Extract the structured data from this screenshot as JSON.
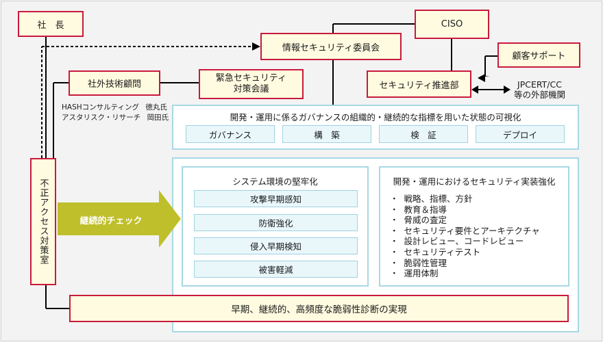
{
  "boxes": {
    "president": "社　長",
    "ciso": "CISO",
    "infosec_committee": "情報セキュリティ委員会",
    "customer_support": "顧客サポート",
    "external_advisor": "社外技術顧問",
    "emergency_meeting_1": "緊急セキュリティ",
    "emergency_meeting_2": "対策会議",
    "security_dept": "セキュリティ推進部",
    "fraud_office": "不正アクセス対策室"
  },
  "external_orgs": {
    "line1": "JPCERT/CC",
    "line2": "等の外部機関"
  },
  "advisors": [
    {
      "org": "HASHコンサルティング",
      "name": "徳丸氏"
    },
    {
      "org": "アスタリスク・リサーチ",
      "name": "岡田氏"
    }
  ],
  "governance": {
    "title": "開発・運用に係るガバナンスの組織的・継続的な指標を用いた状態の可視化",
    "tiles": [
      "ガバナンス",
      "構　築",
      "検　証",
      "デプロイ"
    ]
  },
  "arrow_label": "継続的チェック",
  "hardening": {
    "title": "システム環境の堅牢化",
    "tiles": [
      "攻撃早期感知",
      "防衛強化",
      "侵入早期検知",
      "被害軽減"
    ]
  },
  "implementation": {
    "title": "開発・運用におけるセキュリティ実装強化",
    "items": [
      "戦略、指標、方針",
      "教育＆指導",
      "脅威の査定",
      "セキュリティ要件とアーキテクチャ",
      "設計レビュー、コードレビュー",
      "セキュリティテスト",
      "脆弱性管理",
      "運用体制"
    ]
  },
  "bottom": "早期、継続的、高頻度な脆弱性診断の実現",
  "colors": {
    "red_border": "#c8193c",
    "cream": "#fffbe0",
    "teal_border": "#a7d8e4",
    "tile_fill": "#e9f7fb",
    "arrow": "#bfbf2b"
  }
}
